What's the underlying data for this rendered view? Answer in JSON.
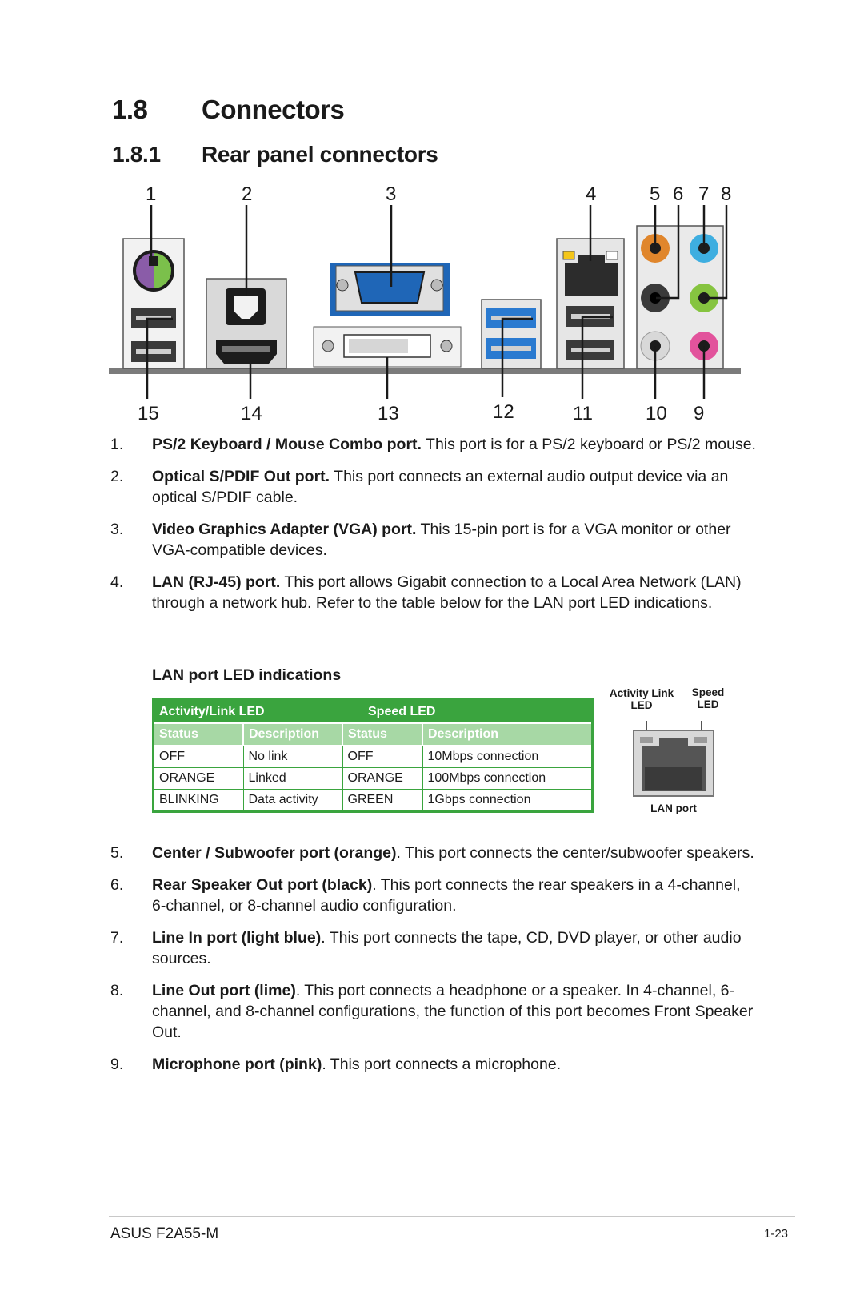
{
  "heading": {
    "number": "1.8",
    "title": "Connectors"
  },
  "subheading": {
    "number": "1.8.1",
    "title": "Rear panel connectors"
  },
  "diagram": {
    "top_labels": [
      "1",
      "2",
      "3",
      "4",
      "5",
      "6",
      "7",
      "8"
    ],
    "bottom_labels": [
      "15",
      "14",
      "13",
      "12",
      "11",
      "10",
      "9"
    ],
    "colors": {
      "ps2_purple": "#8a5ca8",
      "ps2_green": "#7bc04b",
      "vga_blue": "#1f66b7",
      "usb3_blue": "#2a7ad0",
      "center_orange": "#e0862c",
      "line_in_blue": "#3eaee0",
      "line_out_lime": "#86c440",
      "mic_pink": "#e2539c",
      "panel_base": "#7b7b7b"
    }
  },
  "items_a": [
    {
      "n": "1.",
      "title": "PS/2 Keyboard / Mouse Combo port.",
      "text": " This port is for a PS/2 keyboard or PS/2 mouse."
    },
    {
      "n": "2.",
      "title": "Optical S/PDIF Out port.",
      "text": " This port connects an external audio output device via an optical S/PDIF cable."
    },
    {
      "n": "3.",
      "title": "Video Graphics Adapter (VGA) port.",
      "text": " This 15-pin port is for a VGA monitor or other VGA-compatible devices."
    },
    {
      "n": "4.",
      "title": "LAN (RJ-45) port.",
      "text": " This port allows Gigabit connection to a Local Area Network (LAN) through a network hub. Refer to the table below for the LAN port LED indications."
    }
  ],
  "lan_table": {
    "heading": "LAN port LED indications",
    "group_headers": [
      "Activity/Link LED",
      "Speed LED"
    ],
    "columns": [
      "Status",
      "Description",
      "Status",
      "Description"
    ],
    "rows": [
      [
        "OFF",
        "No link",
        "OFF",
        "10Mbps connection"
      ],
      [
        "ORANGE",
        "Linked",
        "ORANGE",
        "100Mbps connection"
      ],
      [
        "BLINKING",
        "Data activity",
        "GREEN",
        "1Gbps connection"
      ]
    ],
    "figure": {
      "activity_label": "Activity Link LED",
      "speed_label": "Speed LED",
      "caption": "LAN port"
    }
  },
  "items_b": [
    {
      "n": "5.",
      "title": "Center / Subwoofer port (orange)",
      "text": ". This port connects the center/subwoofer speakers."
    },
    {
      "n": "6.",
      "title": "Rear Speaker Out port (black)",
      "text": ". This port connects the rear speakers in a 4-channel, 6-channel, or 8-channel audio configuration."
    },
    {
      "n": "7.",
      "title": "Line In port (light blue)",
      "text": ". This port connects the tape, CD, DVD player, or other audio sources."
    },
    {
      "n": "8.",
      "title": "Line Out port (lime)",
      "text": ". This port connects a headphone or a speaker. In 4-channel, 6-channel, and 8-channel configurations, the function of this port becomes Front Speaker Out."
    },
    {
      "n": "9.",
      "title": "Microphone port (pink)",
      "text": ". This port connects a microphone."
    }
  ],
  "footer": {
    "left": "ASUS F2A55-M",
    "right": "1-23"
  }
}
